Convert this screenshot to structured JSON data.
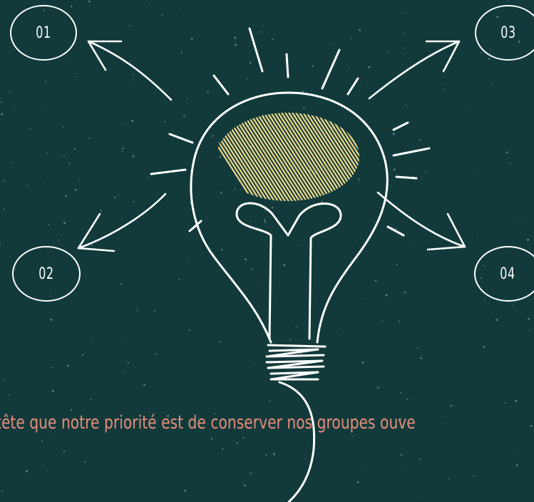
{
  "labels": {
    "n1": "01",
    "n2": "02",
    "n3": "03",
    "n4": "04"
  },
  "caption": "tête que notre priorité est de conserver nos groupes ouve",
  "colors": {
    "background": "#123a3b",
    "line": "#ffffff",
    "hatch": "#f1d98b",
    "caption": "#e58d7a"
  },
  "icons": {
    "central": "light-bulb-icon"
  }
}
